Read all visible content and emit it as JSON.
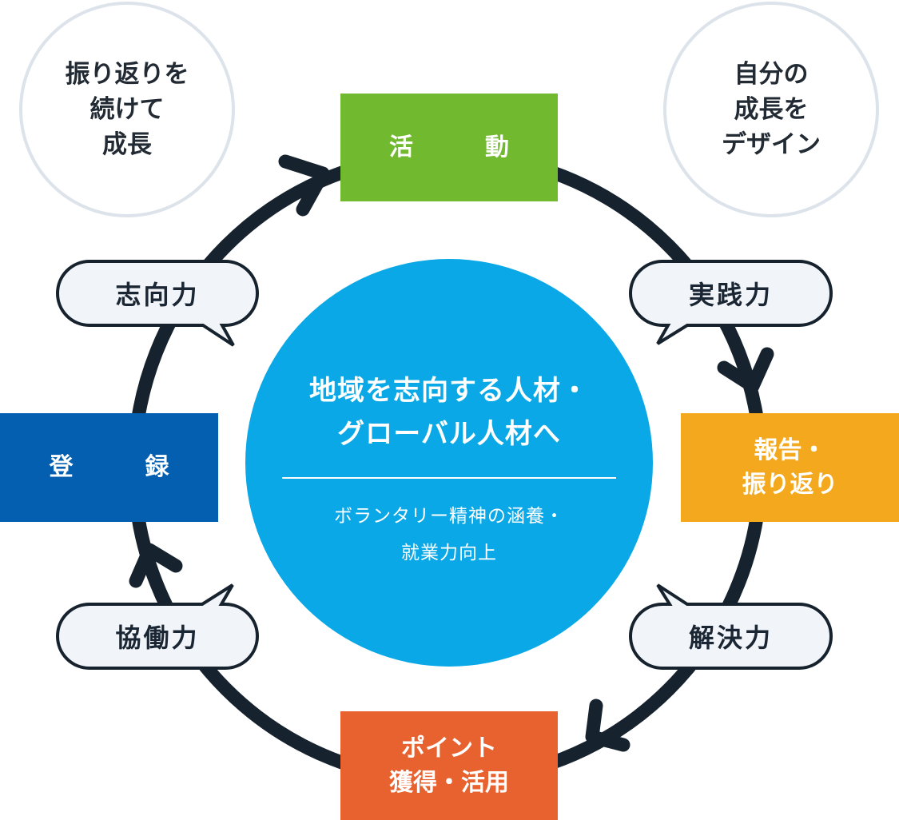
{
  "colors": {
    "ring": "#16222d",
    "center": "#0aa8e6",
    "activity": "#71b92f",
    "report": "#f3a81d",
    "points": "#e8622f",
    "register": "#055fb1",
    "bubble_fill": "#f1f4f8",
    "note_border": "#dde3ea"
  },
  "center": {
    "title_lines": [
      "地域を志向する人材・",
      "グローバル人材へ"
    ],
    "sub_lines": [
      "ボランタリー精神の涵養・",
      "就業力向上"
    ]
  },
  "steps": {
    "activity": "活　動",
    "report_lines": [
      "報告・",
      "振り返り"
    ],
    "points_lines": [
      "ポイント",
      "獲得・活用"
    ],
    "register": "登　録"
  },
  "skills": {
    "practice": "実践力",
    "solve": "解決力",
    "collaborate": "協働力",
    "aspire": "志向力"
  },
  "notes": {
    "left_lines": [
      "振り返りを",
      "続けて",
      "成長"
    ],
    "right_lines": [
      "自分の",
      "成長を",
      "デザイン"
    ]
  }
}
